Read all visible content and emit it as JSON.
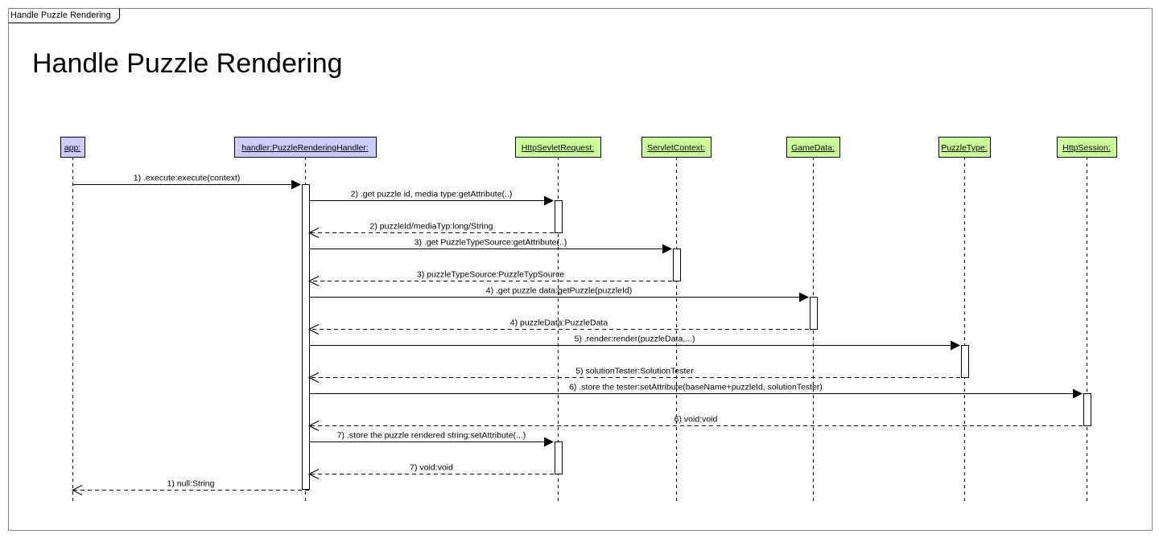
{
  "frame": {
    "tab_label": "Handle Puzzle Rendering",
    "title": "Handle Puzzle Rendering"
  },
  "colors": {
    "actor_fill": "#ccccff",
    "object_fill": "#ccff99",
    "line": "#000000",
    "lifeline": "#000000"
  },
  "lifelines": [
    {
      "id": "app",
      "label": "app:",
      "kind": "actor"
    },
    {
      "id": "handler",
      "label": "handler:PuzzleRenderingHandler:",
      "kind": "actor"
    },
    {
      "id": "request",
      "label": "HttpSevletRequest:",
      "kind": "object"
    },
    {
      "id": "servletctx",
      "label": "ServletContext:",
      "kind": "object"
    },
    {
      "id": "gamedata",
      "label": "GameData:",
      "kind": "object"
    },
    {
      "id": "puzzletype",
      "label": "PuzzleType:",
      "kind": "object"
    },
    {
      "id": "session",
      "label": "HttpSession:",
      "kind": "object"
    }
  ],
  "messages": [
    {
      "from": "app",
      "to": "handler",
      "type": "call",
      "label": "1) .execute:execute(context)"
    },
    {
      "from": "handler",
      "to": "request",
      "type": "call",
      "label": "2) .get puzzle id, media type:getAttribute(..)"
    },
    {
      "from": "request",
      "to": "handler",
      "type": "return",
      "label": "2) puzzleId/mediaTyp:long/String"
    },
    {
      "from": "handler",
      "to": "servletctx",
      "type": "call",
      "label": "3) .get PuzzleTypeSource:getAttribute(..)"
    },
    {
      "from": "servletctx",
      "to": "handler",
      "type": "return",
      "label": "3) puzzleTypeSource:PuzzleTypSource"
    },
    {
      "from": "handler",
      "to": "gamedata",
      "type": "call",
      "label": "4) .get puzzle data:getPuzzle(puzzleId)"
    },
    {
      "from": "gamedata",
      "to": "handler",
      "type": "return",
      "label": "4) puzzleData:PuzzleData"
    },
    {
      "from": "handler",
      "to": "puzzletype",
      "type": "call",
      "label": "5) .render:render(puzzleData,...)"
    },
    {
      "from": "puzzletype",
      "to": "handler",
      "type": "return",
      "label": "5) solutionTester:SolutionTester"
    },
    {
      "from": "handler",
      "to": "session",
      "type": "call",
      "label": "6) .store the tester:setAttribute(baseName+puzzleId, solutionTester)"
    },
    {
      "from": "session",
      "to": "handler",
      "type": "return",
      "label": "6) void:void"
    },
    {
      "from": "handler",
      "to": "request",
      "type": "call",
      "label": "7) .store the puzzle rendered string:setAttribute(...)"
    },
    {
      "from": "request",
      "to": "handler",
      "type": "return",
      "label": "7) void:void"
    },
    {
      "from": "handler",
      "to": "app",
      "type": "return",
      "label": "1) null:String"
    }
  ]
}
